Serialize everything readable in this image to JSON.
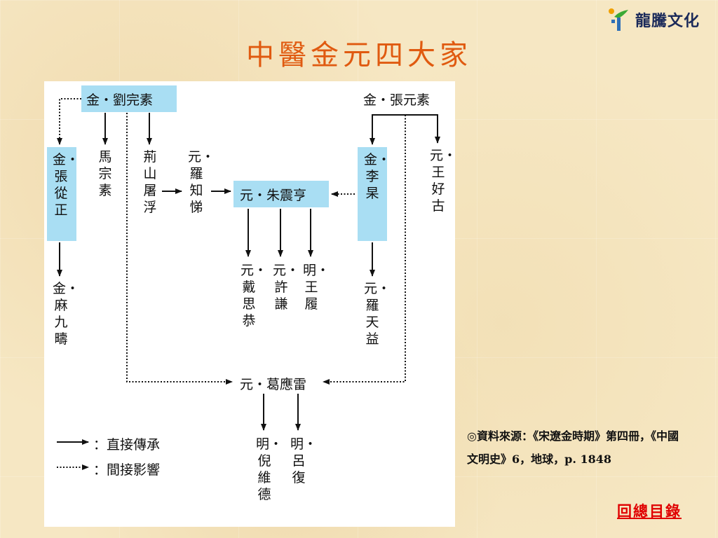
{
  "header": {
    "logo_text": "龍騰文化",
    "logo_icon": "leaf-figure-icon",
    "title": "中醫金元四大家"
  },
  "diagram": {
    "nodes": {
      "liu_wansu": "金・劉完素",
      "zhang_yuansu": "金・張元素",
      "zhang_congzheng": "金・張從正",
      "ma_zongsu": "馬宗素",
      "jing_shantu": "荊山屠浮",
      "luo_zhiti": "元・羅知悌",
      "zhu_zhenheng": "元・朱震亨",
      "li_gao": "金・李杲",
      "wang_haogu": "元・王好古",
      "ma_jiuchou": "金・麻九疇",
      "dai_sigong": "元・戴思恭",
      "xu_qian": "元・許謙",
      "wang_lv": "明・王履",
      "luo_tianyi": "元・羅天益",
      "ge_yinglei": "元・葛應雷",
      "ni_weide": "明・倪維德",
      "lv_fu": "明・呂復"
    },
    "legend": {
      "direct": "：直接傳承",
      "indirect": "：間接影響"
    }
  },
  "note": {
    "text": "◎資料來源：《宋遼金時期》第四冊，《中國文明史》6，地球，p. 1848"
  },
  "nav": {
    "back_label": "回總目錄"
  },
  "colors": {
    "title": "#e05a10",
    "box": "#a9def3",
    "link": "#e00000",
    "logo_text": "#1b2a5a"
  }
}
